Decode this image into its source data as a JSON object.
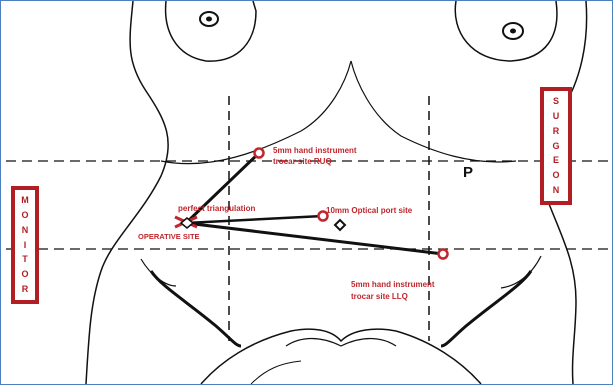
{
  "labels": {
    "ruq_line1": "5mm hand instrument",
    "ruq_line2": "trocar site RUQ",
    "triangulation": "perfect triangulation",
    "optical": "10mm Optical port site",
    "operative_site": "OPERATIVE SITE",
    "llq_line1": "5mm hand instrument",
    "llq_line2": "trocar site LLQ",
    "p_mark": "P"
  },
  "surgeon_letters": [
    "S",
    "U",
    "R",
    "G",
    "E",
    "O",
    "N"
  ],
  "monitor_letters": [
    "M",
    "O",
    "N",
    "I",
    "T",
    "O",
    "R"
  ],
  "colors": {
    "accent": "#c0262d",
    "box_border": "#b11f24",
    "frame_border": "#4a7fc0",
    "line": "#111111"
  }
}
